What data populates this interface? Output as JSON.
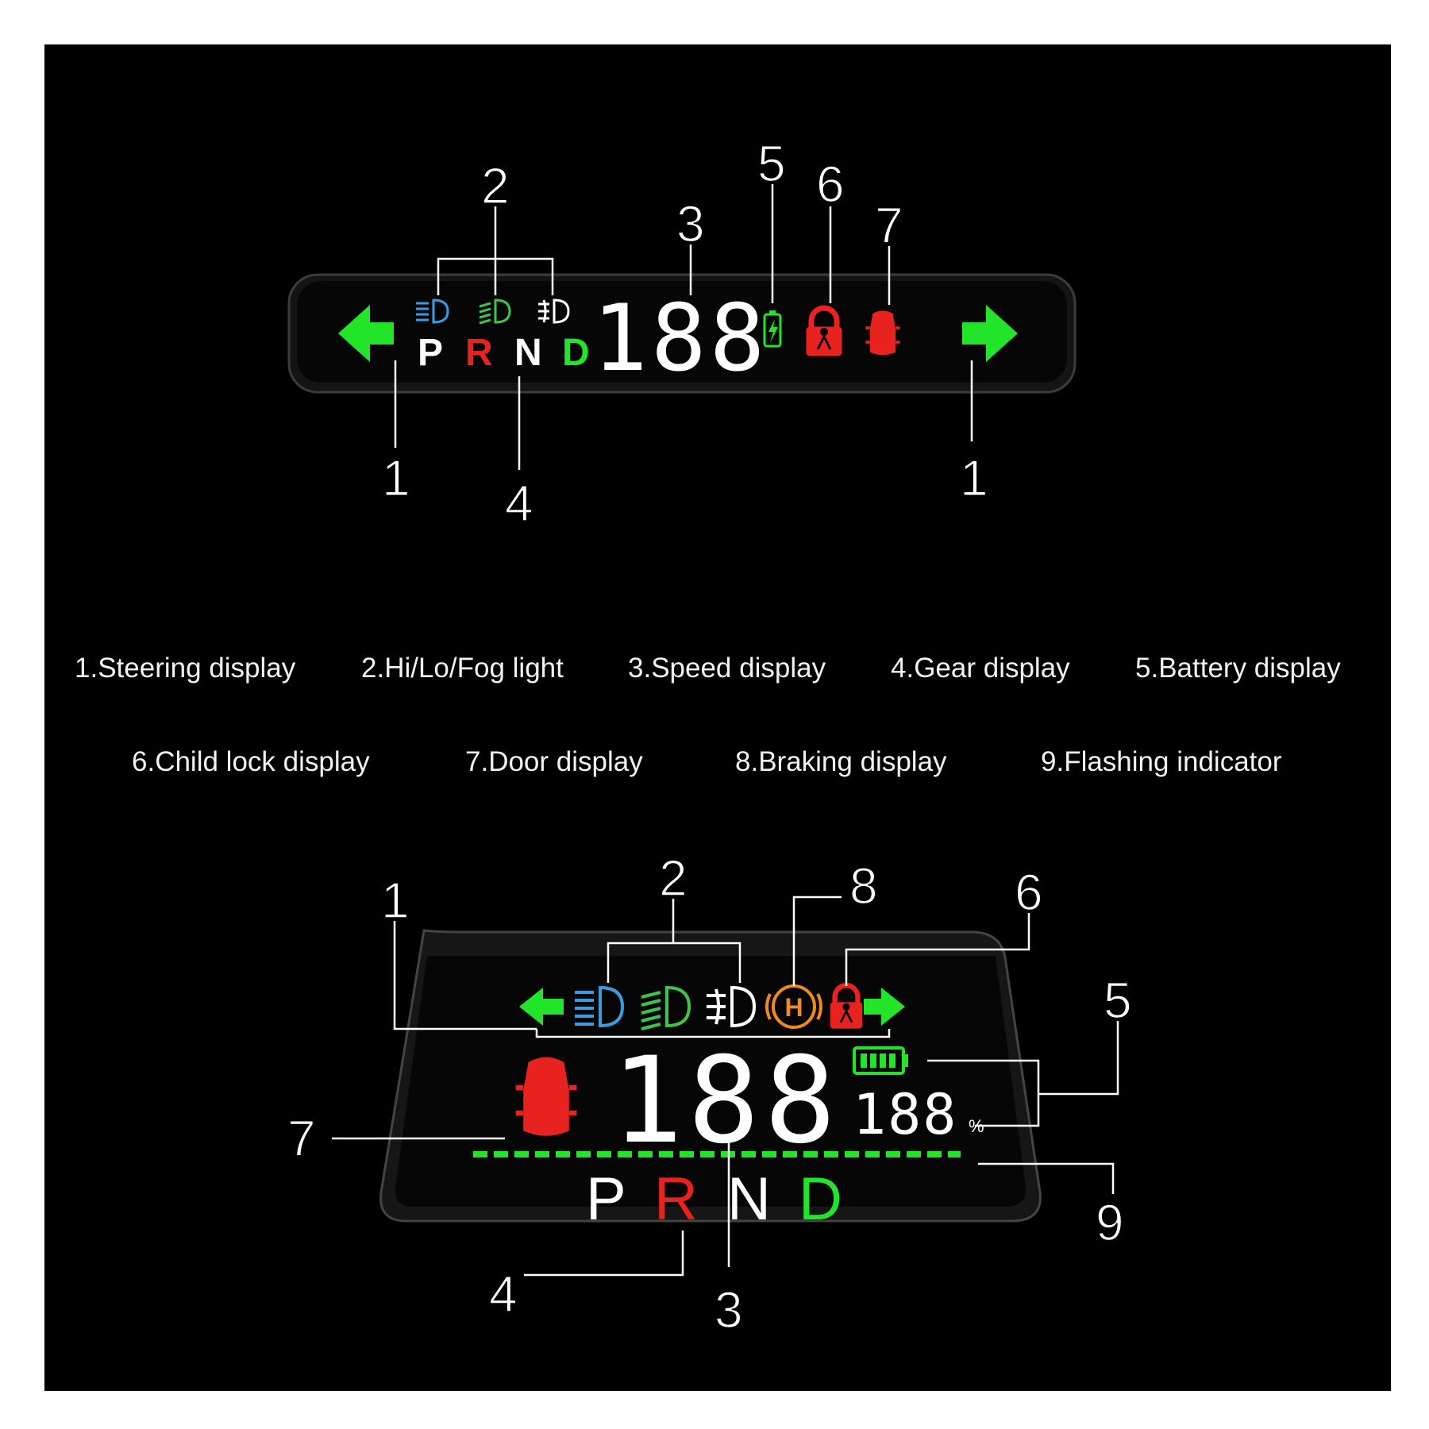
{
  "colors": {
    "green": "#22e52a",
    "red": "#e8231f",
    "blue": "#3a9be0",
    "light_green": "#3ec44a",
    "orange": "#f08a18",
    "white": "#ffffff"
  },
  "legend": [
    {
      "num": "1",
      "text": "1.Steering display"
    },
    {
      "num": "2",
      "text": "2.Hi/Lo/Fog light"
    },
    {
      "num": "3",
      "text": "3.Speed display"
    },
    {
      "num": "4",
      "text": "4.Gear display"
    },
    {
      "num": "5",
      "text": "5.Battery display"
    },
    {
      "num": "6",
      "text": "6.Child lock display"
    },
    {
      "num": "7",
      "text": "7.Door display"
    },
    {
      "num": "8",
      "text": "8.Braking display"
    },
    {
      "num": "9",
      "text": "9.Flashing indicator"
    }
  ],
  "top_unit": {
    "callouts": {
      "c1": "1",
      "c2": "2",
      "c3": "3",
      "c4": "4",
      "c5": "5",
      "c6": "6",
      "c7": "7"
    },
    "gears": {
      "p": "P",
      "r": "R",
      "n": "N",
      "d": "D"
    },
    "speed": "188",
    "icons": [
      "turn-left-arrow-icon",
      "high-beam-icon",
      "low-beam-icon",
      "fog-light-icon",
      "battery-icon",
      "child-lock-icon",
      "door-icon",
      "turn-right-arrow-icon"
    ]
  },
  "bottom_unit": {
    "callouts": {
      "c1": "1",
      "c2": "2",
      "c8": "8",
      "c6": "6",
      "c5": "5",
      "c7": "7",
      "c9": "9",
      "c4": "4",
      "c3": "3"
    },
    "gears": {
      "p": "P",
      "r": "R",
      "n": "N",
      "d": "D"
    },
    "speed": "188",
    "battery_percent": "188",
    "percent_sign": "%",
    "icons": [
      "turn-left-arrow-icon",
      "high-beam-icon",
      "low-beam-icon",
      "fog-light-icon",
      "brake-icon",
      "child-lock-icon",
      "turn-right-arrow-icon",
      "battery-icon",
      "car-doors-icon",
      "flashing-indicator-bar"
    ]
  }
}
